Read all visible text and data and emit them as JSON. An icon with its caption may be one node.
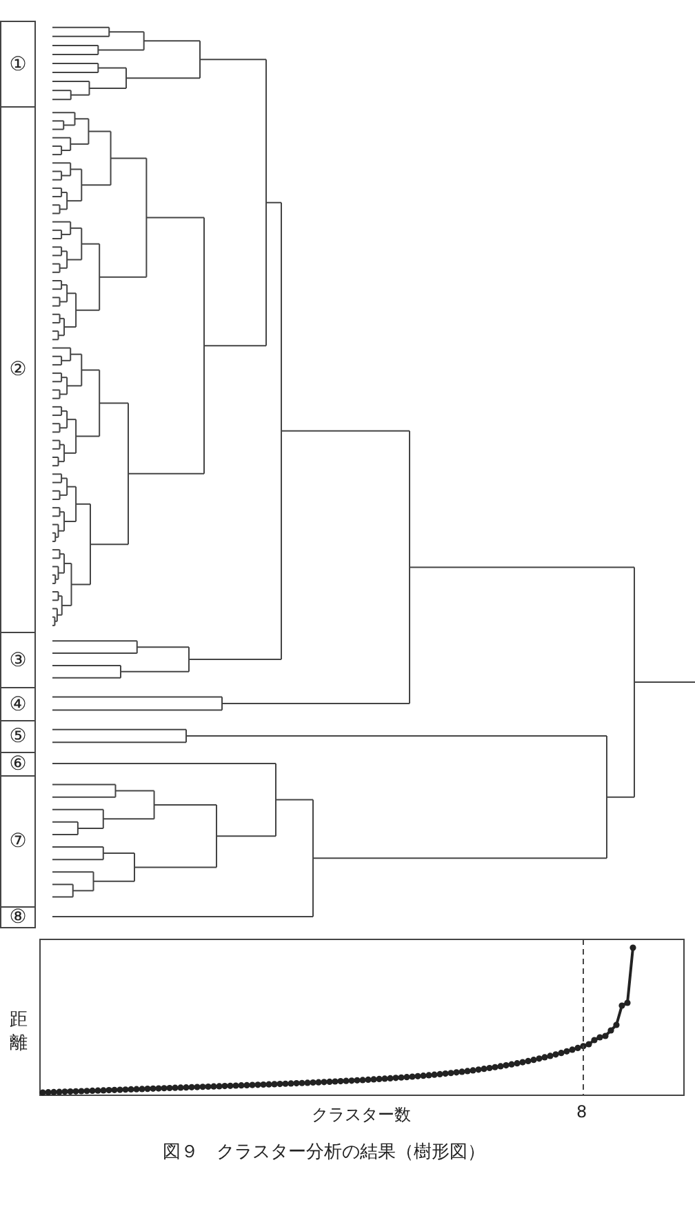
{
  "diagram": {
    "caption": "図９　クラスター分析の結果（樹形図）",
    "nodes": [
      {
        "text": [
          "①"
        ]
      },
      {
        "text": [
          "②"
        ]
      },
      {
        "text": [
          "③"
        ]
      },
      {
        "text": [
          "④"
        ]
      },
      {
        "text": [
          "⑤"
        ]
      },
      {
        "text": [
          "⑥"
        ]
      },
      {
        "text": [
          "⑦"
        ]
      },
      {
        "text": [
          "⑧"
        ]
      }
    ],
    "labels": [
      "距離",
      "クラスター数",
      "8"
    ]
  }
}
